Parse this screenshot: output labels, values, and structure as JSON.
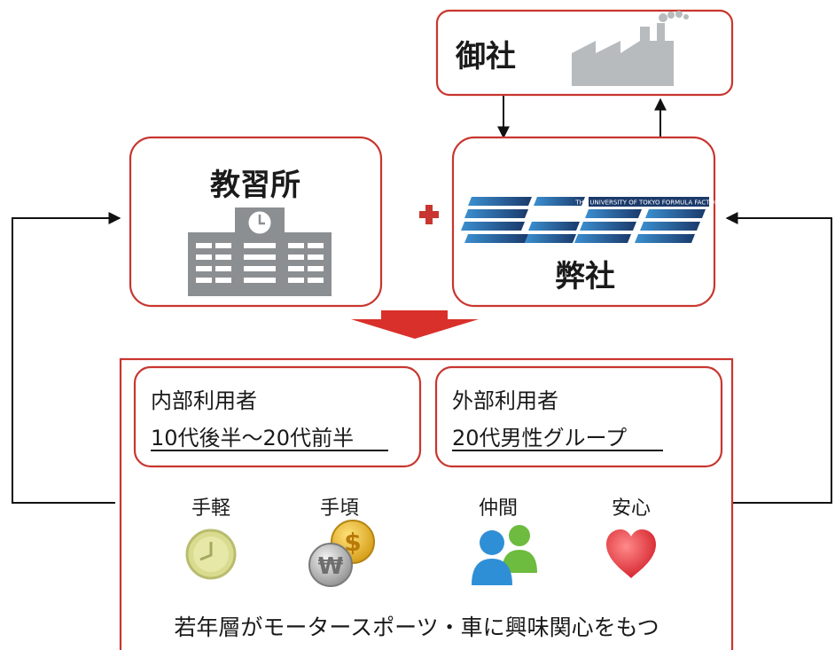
{
  "partner": {
    "label": "御社",
    "icon": "factory-icon"
  },
  "school": {
    "label": "教習所",
    "icon": "school-building-icon"
  },
  "us": {
    "label": "弊社",
    "logo_text": "THE UNIVERSITY OF TOKYO FORMULA FACTORY"
  },
  "plus_icon": "plus-icon",
  "down_arrow_icon": "down-arrow-icon",
  "internal": {
    "label": "内部利用者",
    "detail": "10代後半〜20代前半"
  },
  "external": {
    "label": "外部利用者",
    "detail": "20代男性グループ"
  },
  "benefits": [
    {
      "label": "手軽",
      "icon": "clock-icon"
    },
    {
      "label": "手頃",
      "icon": "coins-icon"
    },
    {
      "label": "仲間",
      "icon": "people-icon"
    },
    {
      "label": "安心",
      "icon": "heart-icon"
    }
  ],
  "footer": "若年層がモータースポーツ・車に興味関心をもつ",
  "colors": {
    "accent": "#c8362f",
    "logo_blue": "#2a6fb0",
    "logo_navy": "#1b3a6b"
  }
}
